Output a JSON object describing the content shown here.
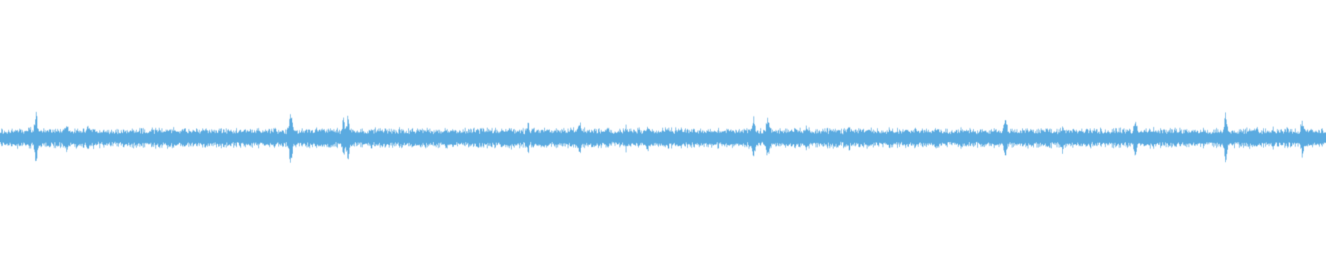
{
  "waveform": {
    "color": "#5aaae0",
    "background": "#ffffff",
    "baseline_amplitude": 0.035,
    "seed": 1337,
    "spikes": [
      {
        "x": 0.027,
        "amp": 0.11
      },
      {
        "x": 0.05,
        "amp": 0.07
      },
      {
        "x": 0.066,
        "amp": 0.07
      },
      {
        "x": 0.128,
        "amp": 0.04
      },
      {
        "x": 0.165,
        "amp": 0.04
      },
      {
        "x": 0.184,
        "amp": 0.04
      },
      {
        "x": 0.219,
        "amp": 0.13
      },
      {
        "x": 0.238,
        "amp": 0.04
      },
      {
        "x": 0.259,
        "amp": 0.09
      },
      {
        "x": 0.262,
        "amp": 0.1
      },
      {
        "x": 0.31,
        "amp": 0.05
      },
      {
        "x": 0.33,
        "amp": 0.04
      },
      {
        "x": 0.385,
        "amp": 0.05
      },
      {
        "x": 0.398,
        "amp": 0.07
      },
      {
        "x": 0.437,
        "amp": 0.08
      },
      {
        "x": 0.458,
        "amp": 0.05
      },
      {
        "x": 0.472,
        "amp": 0.07
      },
      {
        "x": 0.488,
        "amp": 0.07
      },
      {
        "x": 0.523,
        "amp": 0.05
      },
      {
        "x": 0.545,
        "amp": 0.04
      },
      {
        "x": 0.568,
        "amp": 0.1
      },
      {
        "x": 0.579,
        "amp": 0.1
      },
      {
        "x": 0.608,
        "amp": 0.06
      },
      {
        "x": 0.64,
        "amp": 0.06
      },
      {
        "x": 0.657,
        "amp": 0.05
      },
      {
        "x": 0.69,
        "amp": 0.05
      },
      {
        "x": 0.724,
        "amp": 0.04
      },
      {
        "x": 0.758,
        "amp": 0.1
      },
      {
        "x": 0.801,
        "amp": 0.06
      },
      {
        "x": 0.856,
        "amp": 0.08
      },
      {
        "x": 0.902,
        "amp": 0.04
      },
      {
        "x": 0.924,
        "amp": 0.11
      },
      {
        "x": 0.96,
        "amp": 0.05
      },
      {
        "x": 0.982,
        "amp": 0.09
      }
    ]
  }
}
